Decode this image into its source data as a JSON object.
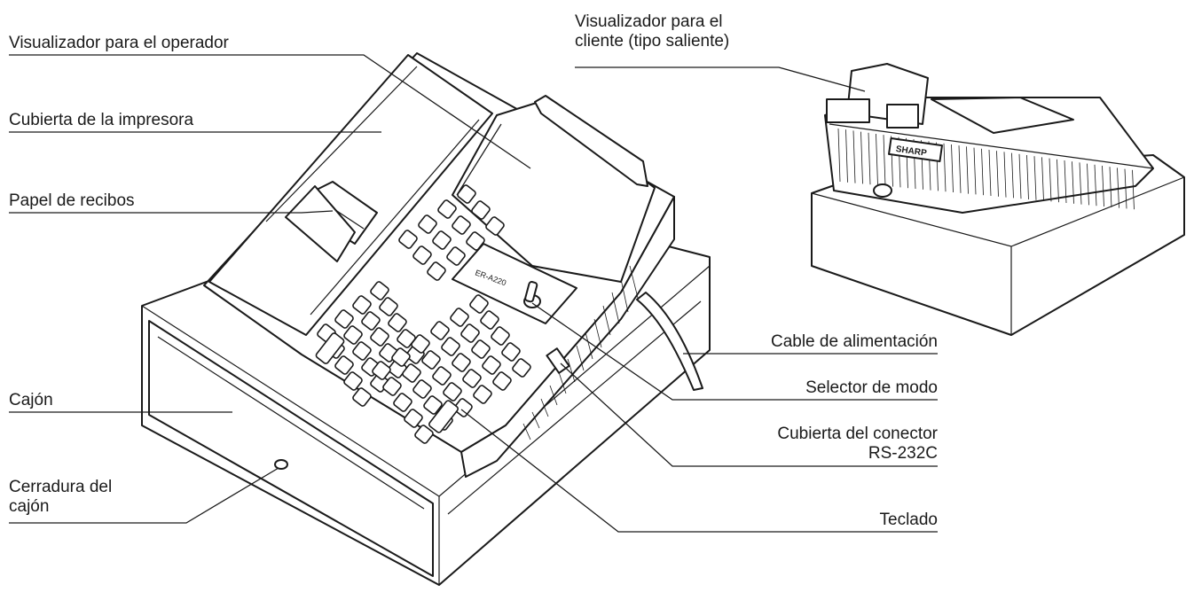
{
  "labels": {
    "operator_display": "Visualizador para el operador",
    "printer_cover": "Cubierta de la impresora",
    "receipt_paper": "Papel de recibos",
    "drawer": "Cajón",
    "drawer_lock_line1": "Cerradura del",
    "drawer_lock_line2": "cajón",
    "customer_display_line1": "Visualizador para el",
    "customer_display_line2": "cliente (tipo saliente)",
    "power_cord": "Cable de alimentación",
    "mode_switch": "Selector de modo",
    "connector_cover_line1": "Cubierta del conector",
    "connector_cover_line2": "RS-232C",
    "keyboard": "Teclado"
  },
  "device": {
    "model_label": "ER-A220",
    "brand_label": "SHARP"
  }
}
